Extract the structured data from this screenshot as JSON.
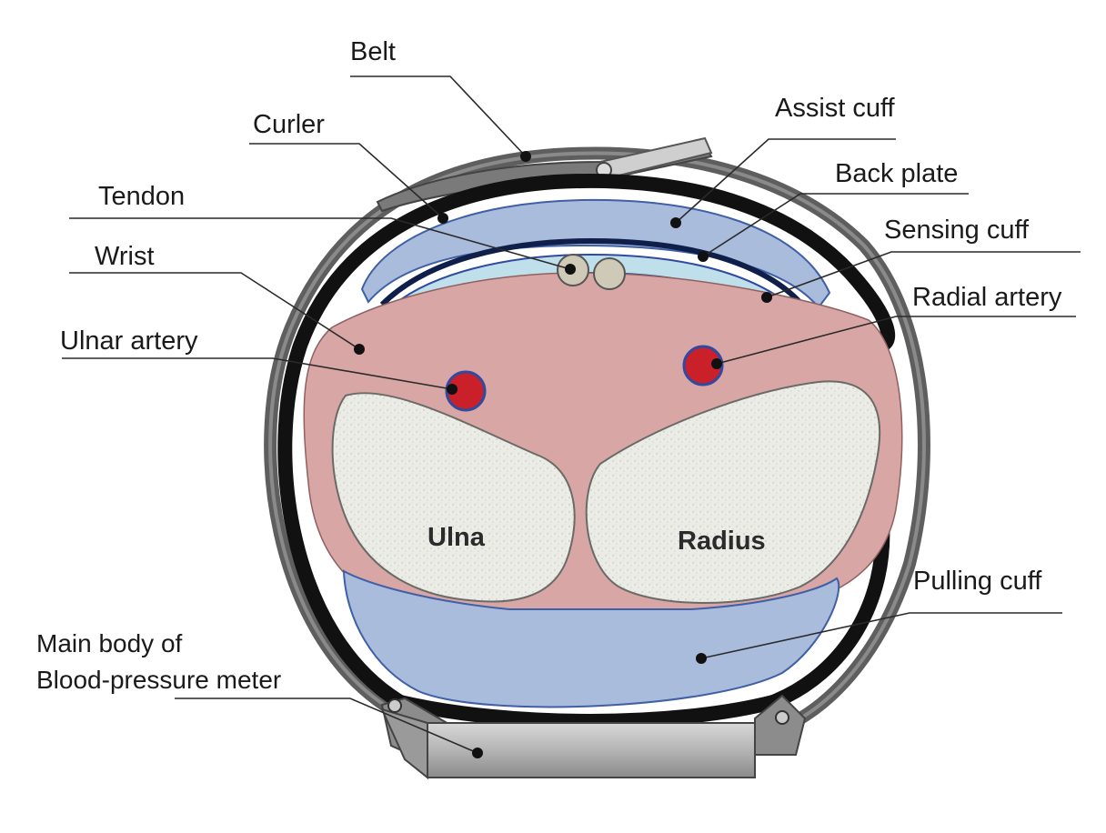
{
  "labels": {
    "belt": "Belt",
    "assist_cuff": "Assist cuff",
    "curler": "Curler",
    "back_plate": "Back plate",
    "tendon": "Tendon",
    "sensing_cuff": "Sensing cuff",
    "wrist": "Wrist",
    "radial_artery": "Radial artery",
    "ulnar_artery": "Ulnar artery",
    "ulna": "Ulna",
    "radius": "Radius",
    "pulling_cuff": "Pulling cuff",
    "main_body_line1": "Main body of",
    "main_body_line2": "Blood-pressure meter"
  },
  "colors": {
    "tissue": "#d9a6a6",
    "bone": "#ebebe6",
    "cuff": "#a9bcdc",
    "sensing_cuff": "#bfe0ea",
    "artery": "#c9202a",
    "artery_rim": "#2f4aa0",
    "curler": "#111111",
    "belt": "#6a6a6a",
    "meter_body": "#9c9c9c"
  }
}
